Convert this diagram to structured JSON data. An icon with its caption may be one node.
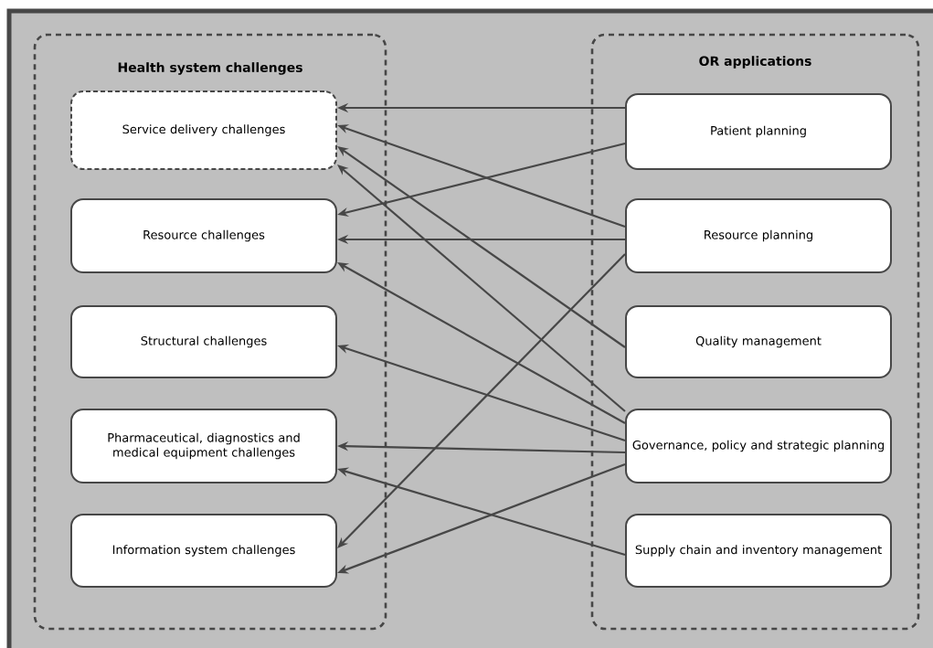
{
  "diagram": {
    "nodes": [
      {
        "text": [
          "Health system challenges"
        ]
      },
      {
        "text": [
          "Service delivery challenges"
        ],
        "in": 0
      },
      {
        "text": [
          "Resource challenges"
        ],
        "in": 0
      },
      {
        "text": [
          "Structural challenges"
        ],
        "in": 0
      },
      {
        "text": [
          "Pharmaceutical, diagnostics and medical equipment challenges"
        ],
        "in": 0
      },
      {
        "text": [
          "Information system challenges"
        ],
        "in": 0
      },
      {
        "text": [
          "OR applications"
        ]
      },
      {
        "text": [
          "Patient planning"
        ],
        "in": 6
      },
      {
        "text": [
          "Resource planning"
        ],
        "in": 6
      },
      {
        "text": [
          "Quality management"
        ],
        "in": 6
      },
      {
        "text": [
          "Governance, policy and strategic planning"
        ],
        "in": 6
      },
      {
        "text": [
          "Supply chain and inventory management"
        ],
        "in": 6
      }
    ],
    "edges": [
      {
        "from": 7,
        "to": 1,
        "arrow": "to"
      },
      {
        "from": 7,
        "to": 2,
        "arrow": "to"
      },
      {
        "from": 8,
        "to": 1,
        "arrow": "to"
      },
      {
        "from": 8,
        "to": 2,
        "arrow": "to"
      },
      {
        "from": 8,
        "to": 5,
        "arrow": "to"
      },
      {
        "from": 9,
        "to": 1,
        "arrow": "to"
      },
      {
        "from": 10,
        "to": 1,
        "arrow": "to"
      },
      {
        "from": 10,
        "to": 2,
        "arrow": "to"
      },
      {
        "from": 10,
        "to": 3,
        "arrow": "to"
      },
      {
        "from": 10,
        "to": 4,
        "arrow": "to"
      },
      {
        "from": 10,
        "to": 5,
        "arrow": "to"
      },
      {
        "from": 11,
        "to": 4,
        "arrow": "to"
      }
    ]
  }
}
